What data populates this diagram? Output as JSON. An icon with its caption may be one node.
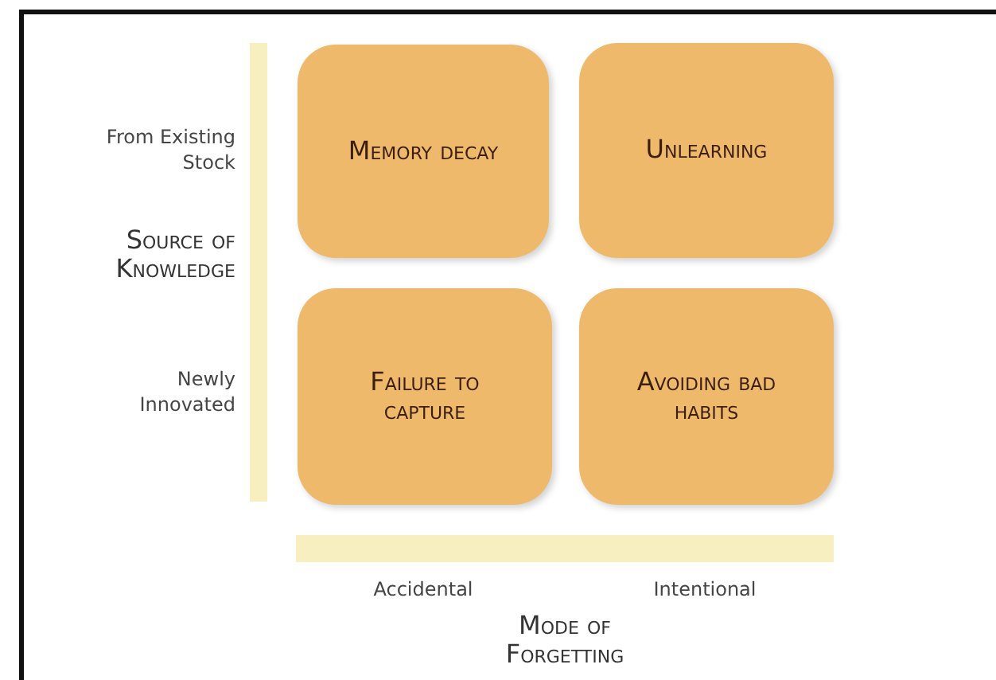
{
  "diagram": {
    "nodes": [
      {
        "text": [
          "Memory decay"
        ]
      },
      {
        "text": [
          "Unlearning"
        ]
      },
      {
        "text": [
          "Failure to capture"
        ]
      },
      {
        "text": [
          "Avoiding bad habits"
        ]
      }
    ],
    "labels": [
      "From Existing Stock",
      "Source of Knowledge",
      "Newly Innovated",
      "Accidental",
      "Intentional",
      "Mode of Forgetting"
    ]
  }
}
